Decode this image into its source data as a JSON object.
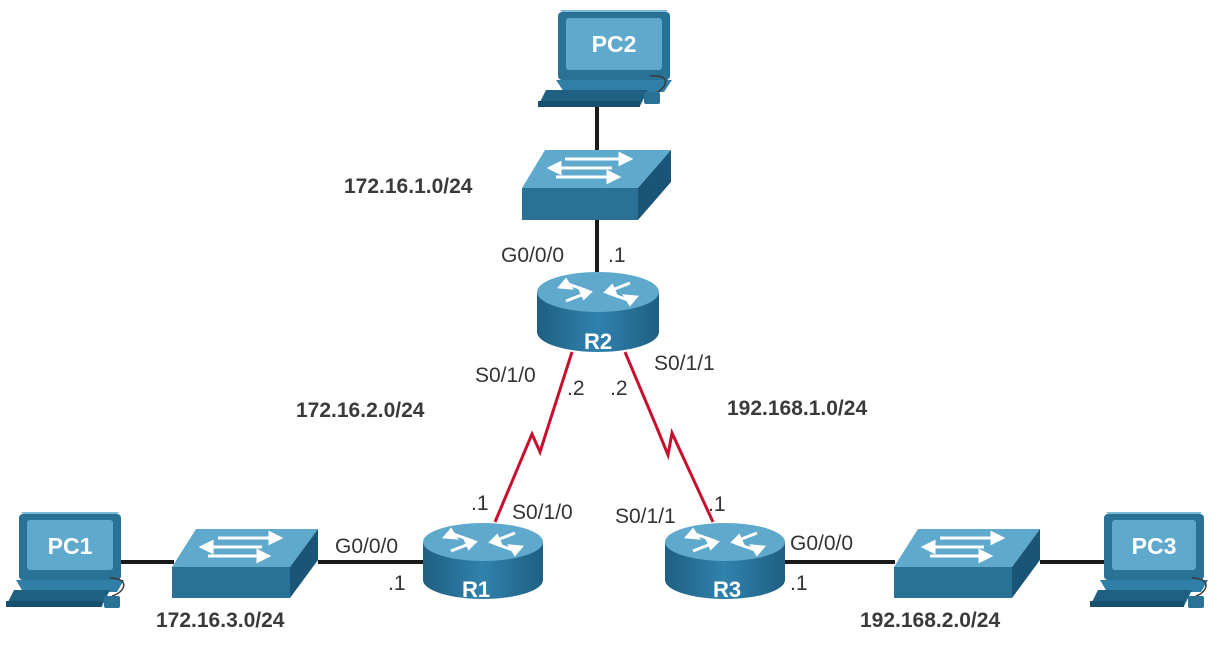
{
  "devices": {
    "pc1": "PC1",
    "pc2": "PC2",
    "pc3": "PC3",
    "r1": "R1",
    "r2": "R2",
    "r3": "R3"
  },
  "networks": {
    "lan_r2": "172.16.1.0/24",
    "wan_r1_r2": "172.16.2.0/24",
    "wan_r2_r3": "192.168.1.0/24",
    "lan_r1": "172.16.3.0/24",
    "lan_r3": "192.168.2.0/24"
  },
  "interfaces": {
    "r2_g000": "G0/0/0",
    "r2_g000_host": ".1",
    "r2_s010": "S0/1/0",
    "r2_s010_host": ".2",
    "r2_s011": "S0/1/1",
    "r2_s011_host": ".2",
    "r1_s010_host": ".1",
    "r1_s010": "S0/1/0",
    "r1_g000": "G0/0/0",
    "r1_g000_host": ".1",
    "r3_s011": "S0/1/1",
    "r3_s011_host": ".1",
    "r3_g000": "G0/0/0",
    "r3_g000_host": ".1"
  },
  "colors": {
    "device_blue": "#2a7196",
    "device_light": "#5fa9cc",
    "ethernet_link": "#1a1a1a",
    "serial_link": "#c8102e",
    "label_text": "#333333"
  }
}
